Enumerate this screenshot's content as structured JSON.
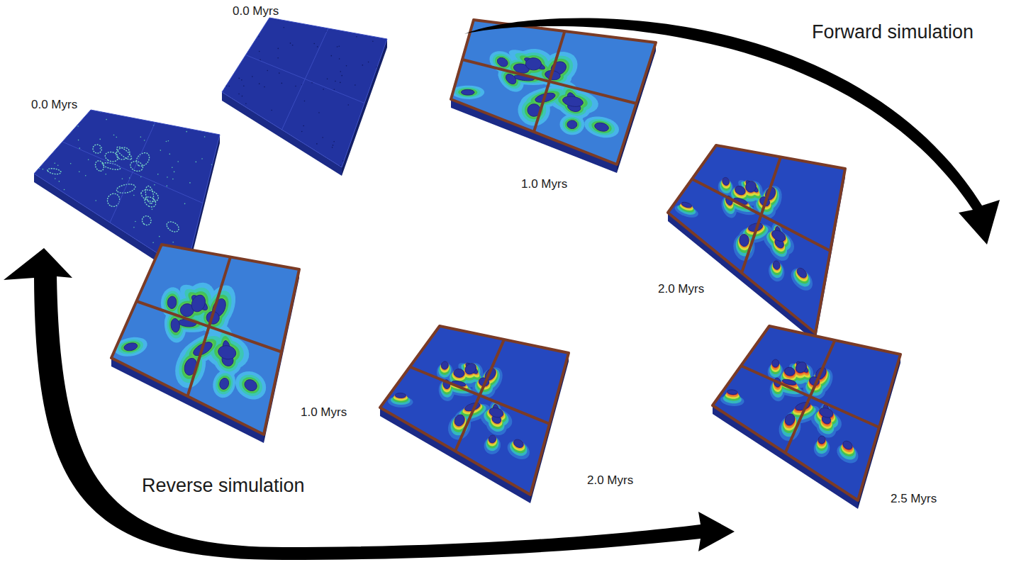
{
  "diagram": {
    "labels": [
      "0.0 Myrs",
      "Forward simulation",
      "0.0 Myrs",
      "1.0 Myrs",
      "2.0 Myrs",
      "1.0 Myrs",
      "2.0 Myrs",
      "Reverse simulation",
      "2.5 Myrs"
    ]
  }
}
